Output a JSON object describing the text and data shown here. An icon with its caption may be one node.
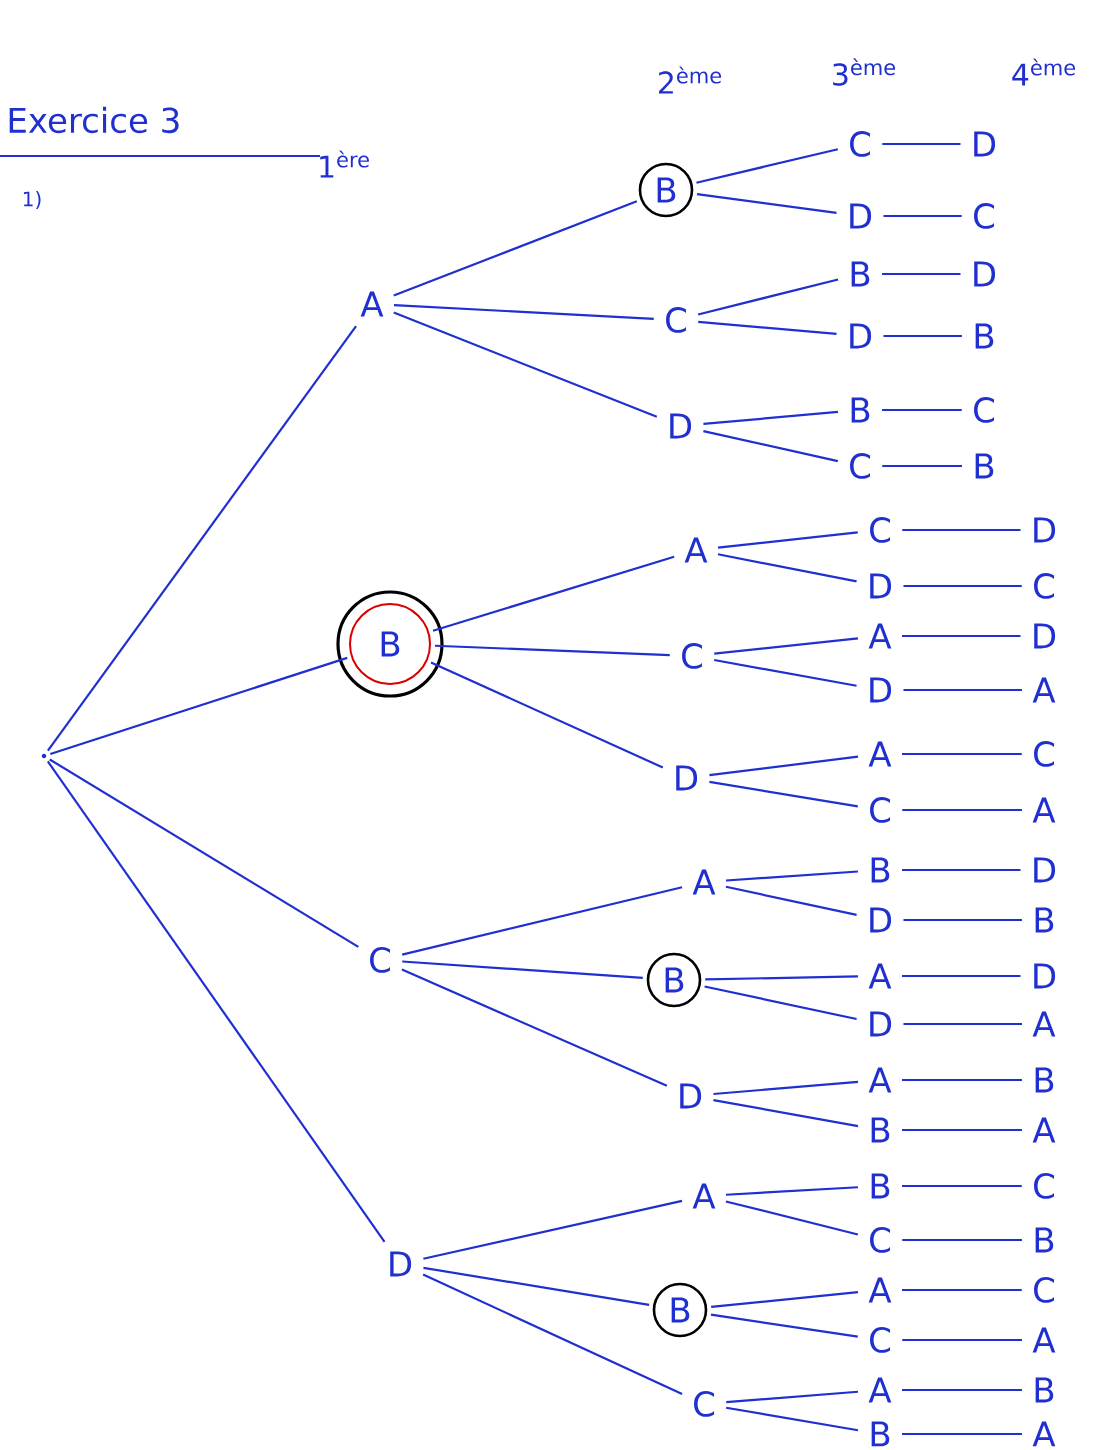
{
  "diagram": {
    "title": "Exercice 3",
    "nodes": [
      {
        "text": [],
        "shape": "point"
      },
      {
        "text": [
          "A"
        ]
      },
      {
        "text": [
          "B"
        ]
      },
      {
        "text": [
          "C"
        ]
      },
      {
        "text": [
          "D"
        ]
      },
      {
        "text": [
          "B"
        ]
      },
      {
        "text": [
          "C"
        ]
      },
      {
        "text": [
          "D"
        ]
      },
      {
        "text": [
          "A"
        ]
      },
      {
        "text": [
          "C"
        ]
      },
      {
        "text": [
          "D"
        ]
      },
      {
        "text": [
          "A"
        ]
      },
      {
        "text": [
          "B"
        ]
      },
      {
        "text": [
          "D"
        ]
      },
      {
        "text": [
          "A"
        ]
      },
      {
        "text": [
          "B"
        ]
      },
      {
        "text": [
          "C"
        ]
      },
      {
        "text": [
          "C"
        ]
      },
      {
        "text": [
          "D"
        ]
      },
      {
        "text": [
          "B"
        ]
      },
      {
        "text": [
          "D"
        ]
      },
      {
        "text": [
          "B"
        ]
      },
      {
        "text": [
          "C"
        ]
      },
      {
        "text": [
          "C"
        ]
      },
      {
        "text": [
          "D"
        ]
      },
      {
        "text": [
          "A"
        ]
      },
      {
        "text": [
          "D"
        ]
      },
      {
        "text": [
          "A"
        ]
      },
      {
        "text": [
          "C"
        ]
      },
      {
        "text": [
          "B"
        ]
      },
      {
        "text": [
          "D"
        ]
      },
      {
        "text": [
          "A"
        ]
      },
      {
        "text": [
          "D"
        ]
      },
      {
        "text": [
          "A"
        ]
      },
      {
        "text": [
          "B"
        ]
      },
      {
        "text": [
          "B"
        ]
      },
      {
        "text": [
          "C"
        ]
      },
      {
        "text": [
          "A"
        ]
      },
      {
        "text": [
          "C"
        ]
      },
      {
        "text": [
          "A"
        ]
      },
      {
        "text": [
          "B"
        ]
      },
      {
        "text": [
          "D"
        ]
      },
      {
        "text": [
          "C"
        ]
      },
      {
        "text": [
          "D"
        ]
      },
      {
        "text": [
          "B"
        ]
      },
      {
        "text": [
          "C"
        ]
      },
      {
        "text": [
          "B"
        ]
      },
      {
        "text": [
          "D"
        ]
      },
      {
        "text": [
          "C"
        ]
      },
      {
        "text": [
          "D"
        ]
      },
      {
        "text": [
          "A"
        ]
      },
      {
        "text": [
          "C"
        ]
      },
      {
        "text": [
          "A"
        ]
      },
      {
        "text": [
          "D"
        ]
      },
      {
        "text": [
          "B"
        ]
      },
      {
        "text": [
          "D"
        ]
      },
      {
        "text": [
          "A"
        ]
      },
      {
        "text": [
          "B"
        ]
      },
      {
        "text": [
          "A"
        ]
      },
      {
        "text": [
          "C"
        ]
      },
      {
        "text": [
          "B"
        ]
      },
      {
        "text": [
          "C"
        ]
      },
      {
        "text": [
          "A"
        ]
      },
      {
        "text": [
          "B"
        ]
      },
      {
        "text": [
          "A"
        ]
      }
    ],
    "edges": [
      {
        "from": 0,
        "to": 1,
        "arrow": "none"
      },
      {
        "from": 0,
        "to": 2,
        "arrow": "none"
      },
      {
        "from": 0,
        "to": 3,
        "arrow": "none"
      },
      {
        "from": 0,
        "to": 4,
        "arrow": "none"
      },
      {
        "from": 1,
        "to": 5,
        "arrow": "none"
      },
      {
        "from": 1,
        "to": 6,
        "arrow": "none"
      },
      {
        "from": 1,
        "to": 7,
        "arrow": "none"
      },
      {
        "from": 2,
        "to": 8,
        "arrow": "none"
      },
      {
        "from": 2,
        "to": 9,
        "arrow": "none"
      },
      {
        "from": 2,
        "to": 10,
        "arrow": "none"
      },
      {
        "from": 3,
        "to": 11,
        "arrow": "none"
      },
      {
        "from": 3,
        "to": 12,
        "arrow": "none"
      },
      {
        "from": 3,
        "to": 13,
        "arrow": "none"
      },
      {
        "from": 4,
        "to": 14,
        "arrow": "none"
      },
      {
        "from": 4,
        "to": 15,
        "arrow": "none"
      },
      {
        "from": 4,
        "to": 16,
        "arrow": "none"
      },
      {
        "from": 5,
        "to": 17,
        "arrow": "none"
      },
      {
        "from": 5,
        "to": 18,
        "arrow": "none"
      },
      {
        "from": 6,
        "to": 19,
        "arrow": "none"
      },
      {
        "from": 6,
        "to": 20,
        "arrow": "none"
      },
      {
        "from": 7,
        "to": 21,
        "arrow": "none"
      },
      {
        "from": 7,
        "to": 22,
        "arrow": "none"
      },
      {
        "from": 8,
        "to": 23,
        "arrow": "none"
      },
      {
        "from": 8,
        "to": 24,
        "arrow": "none"
      },
      {
        "from": 9,
        "to": 25,
        "arrow": "none"
      },
      {
        "from": 9,
        "to": 26,
        "arrow": "none"
      },
      {
        "from": 10,
        "to": 27,
        "arrow": "none"
      },
      {
        "from": 10,
        "to": 28,
        "arrow": "none"
      },
      {
        "from": 11,
        "to": 29,
        "arrow": "none"
      },
      {
        "from": 11,
        "to": 30,
        "arrow": "none"
      },
      {
        "from": 12,
        "to": 31,
        "arrow": "none"
      },
      {
        "from": 12,
        "to": 32,
        "arrow": "none"
      },
      {
        "from": 13,
        "to": 33,
        "arrow": "none"
      },
      {
        "from": 13,
        "to": 34,
        "arrow": "none"
      },
      {
        "from": 14,
        "to": 35,
        "arrow": "none"
      },
      {
        "from": 14,
        "to": 36,
        "arrow": "none"
      },
      {
        "from": 15,
        "to": 37,
        "arrow": "none"
      },
      {
        "from": 15,
        "to": 38,
        "arrow": "none"
      },
      {
        "from": 16,
        "to": 39,
        "arrow": "none"
      },
      {
        "from": 16,
        "to": 40,
        "arrow": "none"
      },
      {
        "from": 17,
        "to": 41,
        "arrow": "none"
      },
      {
        "from": 18,
        "to": 42,
        "arrow": "none"
      },
      {
        "from": 19,
        "to": 43,
        "arrow": "none"
      },
      {
        "from": 20,
        "to": 44,
        "arrow": "none"
      },
      {
        "from": 21,
        "to": 45,
        "arrow": "none"
      },
      {
        "from": 22,
        "to": 46,
        "arrow": "none"
      },
      {
        "from": 23,
        "to": 47,
        "arrow": "none"
      },
      {
        "from": 24,
        "to": 48,
        "arrow": "none"
      },
      {
        "from": 25,
        "to": 49,
        "arrow": "none"
      },
      {
        "from": 26,
        "to": 50,
        "arrow": "none"
      },
      {
        "from": 27,
        "to": 51,
        "arrow": "none"
      },
      {
        "from": 28,
        "to": 52,
        "arrow": "none"
      },
      {
        "from": 29,
        "to": 53,
        "arrow": "none"
      },
      {
        "from": 30,
        "to": 54,
        "arrow": "none"
      },
      {
        "from": 31,
        "to": 55,
        "arrow": "none"
      },
      {
        "from": 32,
        "to": 56,
        "arrow": "none"
      },
      {
        "from": 33,
        "to": 57,
        "arrow": "none"
      },
      {
        "from": 34,
        "to": 58,
        "arrow": "none"
      },
      {
        "from": 35,
        "to": 59,
        "arrow": "none"
      },
      {
        "from": 36,
        "to": 60,
        "arrow": "none"
      },
      {
        "from": 37,
        "to": 61,
        "arrow": "none"
      },
      {
        "from": 38,
        "to": 62,
        "arrow": "none"
      },
      {
        "from": 39,
        "to": 63,
        "arrow": "none"
      },
      {
        "from": 40,
        "to": 64,
        "arrow": "none"
      }
    ],
    "labels": [
      "2$^{ème}$",
      "3$^{ème}$",
      "4$^{ème}$",
      "1$^{ère}$",
      "1)"
    ]
  }
}
